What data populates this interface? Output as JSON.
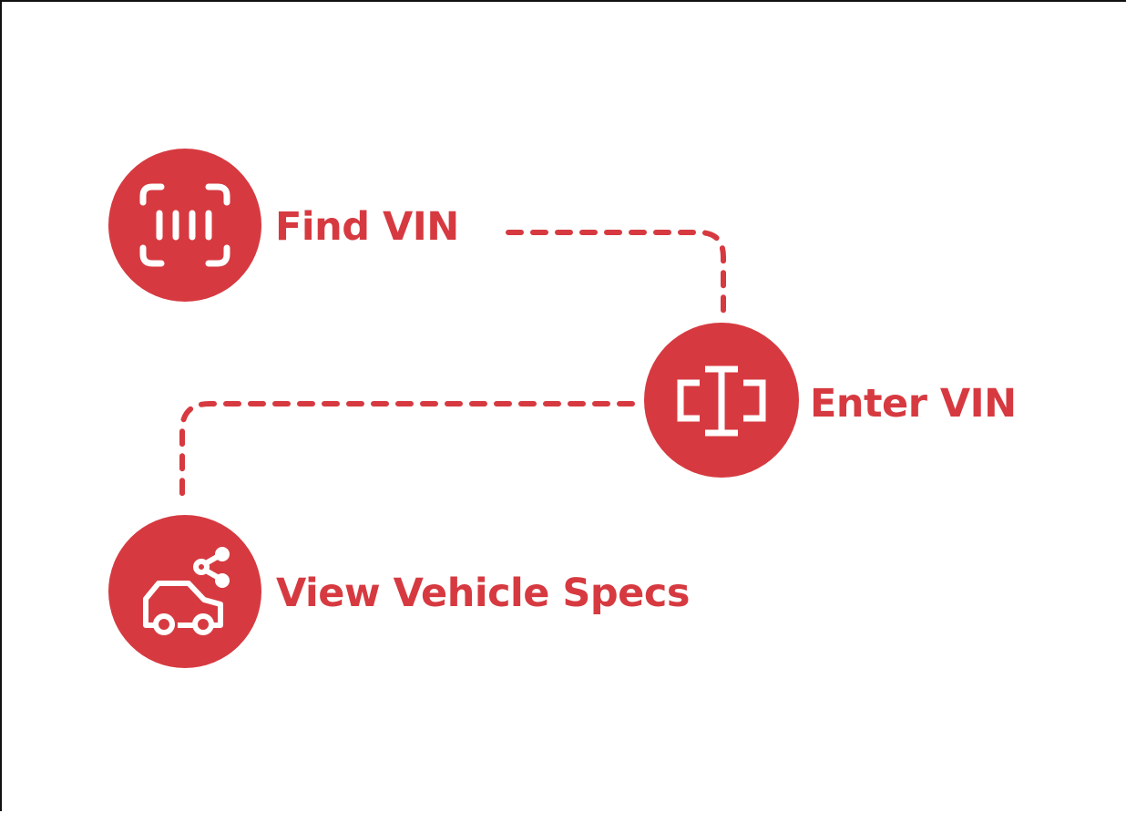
{
  "colors": {
    "accent": "#d63a40",
    "icon": "#ffffff",
    "background": "#ffffff"
  },
  "steps": [
    {
      "label": "Find VIN",
      "icon": "barcode-scan-icon"
    },
    {
      "label": "Enter VIN",
      "icon": "text-cursor-input-icon"
    },
    {
      "label": "View Vehicle Specs",
      "icon": "car-share-icon"
    }
  ]
}
